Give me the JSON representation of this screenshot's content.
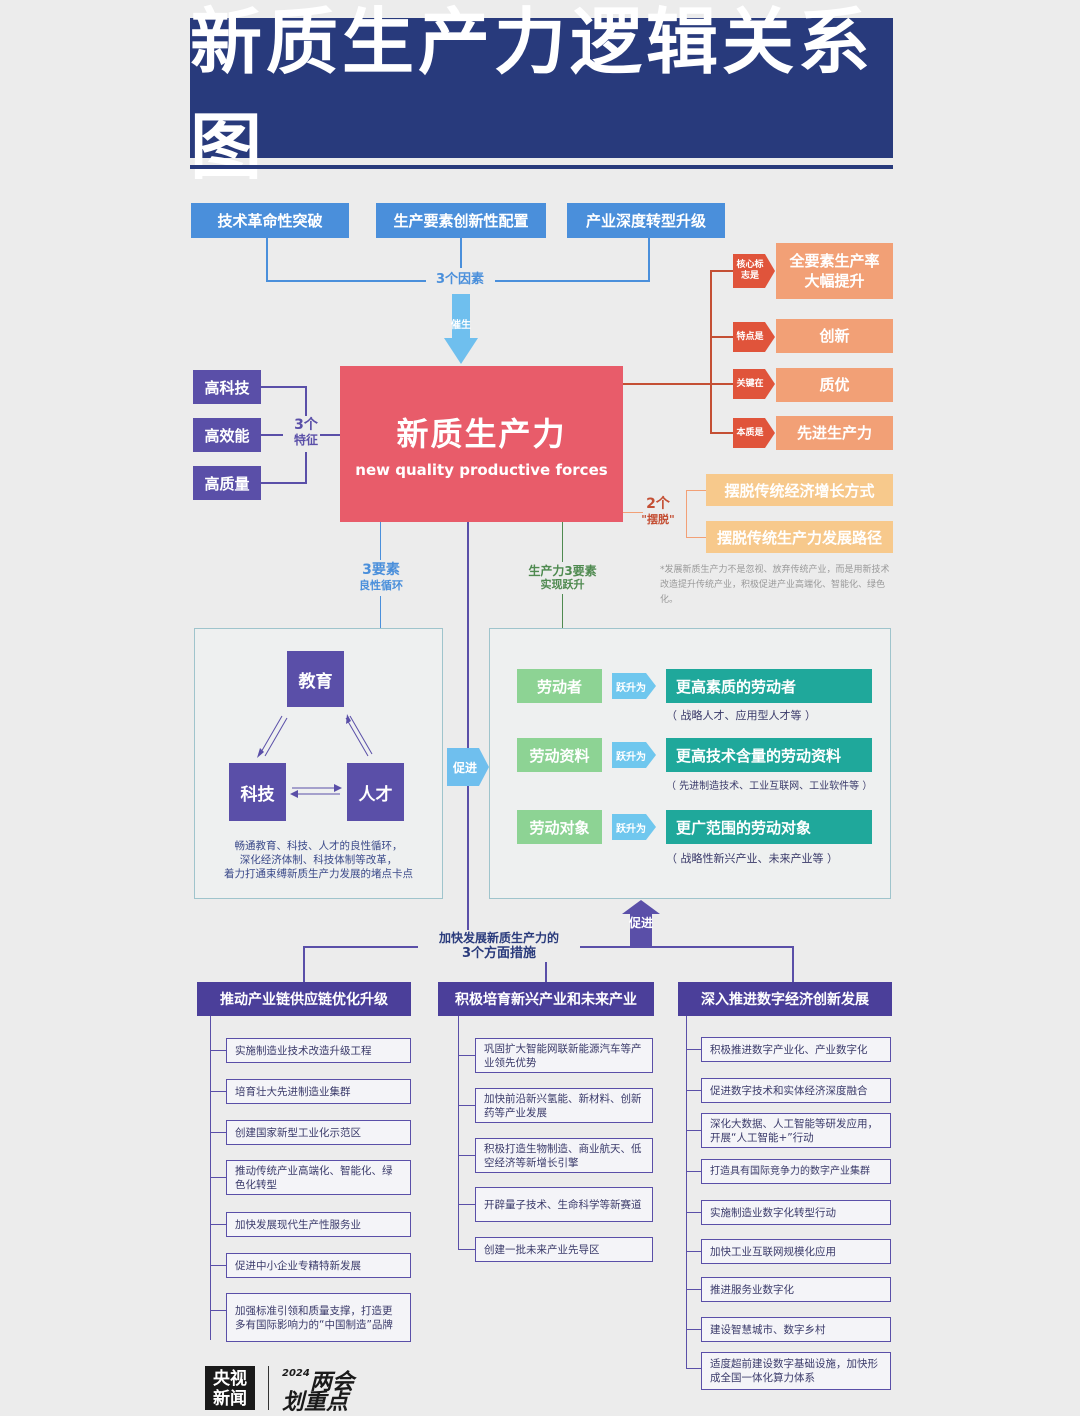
{
  "title": "新质生产力逻辑关系图",
  "factors": {
    "items": [
      "技术革命性突破",
      "生产要素创新性配置",
      "产业深度转型升级"
    ],
    "label": "3个因素",
    "arrow_label": "催生"
  },
  "center": {
    "cn": "新质生产力",
    "en": "new quality productive forces"
  },
  "features": {
    "items": [
      "高科技",
      "高效能",
      "高质量"
    ],
    "label_num": "3个",
    "label_text": "特征"
  },
  "right_chain": [
    {
      "tag": "核心标志是",
      "text": "全要素生产率大幅提升"
    },
    {
      "tag": "特点是",
      "text": "创新"
    },
    {
      "tag": "关键在",
      "text": "质优"
    },
    {
      "tag": "本质是",
      "text": "先进生产力"
    }
  ],
  "break_free": {
    "label_num": "2个",
    "label_text": "\"摆脱\"",
    "items": [
      "摆脱传统经济增长方式",
      "摆脱传统生产力发展路径"
    ],
    "note": "*发展新质生产力不是忽视、放弃传统产业，而是用新技术改造提升传统产业，积极促进产业高端化、智能化、绿色化。"
  },
  "left_panel": {
    "label_num": "3要素",
    "label_text": "良性循环",
    "nodes": [
      "教育",
      "科技",
      "人才"
    ],
    "note": [
      "畅通教育、科技、人才的良性循环，",
      "深化经济体制、科技体制等改革，",
      "着力打通束缚新质生产力发展的堵点卡点"
    ],
    "promote": "促进"
  },
  "right_panel": {
    "label_main": "生产力3要素",
    "label_sub": "实现跃升",
    "arrow_text": "跃升为",
    "rows": [
      {
        "from": "劳动者",
        "to": "更高素质的劳动者",
        "note": "（ 战略人才、应用型人才等 ）"
      },
      {
        "from": "劳动资料",
        "to": "更高技术含量的劳动资料",
        "note": "（ 先进制造技术、工业互联网、工业软件等 ）"
      },
      {
        "from": "劳动对象",
        "to": "更广范围的劳动对象",
        "note": "（ 战略性新兴产业、未来产业等 ）"
      }
    ],
    "promote": "促进"
  },
  "measures": {
    "label_top": "加快发展新质生产力的",
    "label_bottom": "3个方面措施",
    "columns": [
      {
        "head": "推动产业链供应链优化升级",
        "items": [
          "实施制造业技术改造升级工程",
          "培育壮大先进制造业集群",
          "创建国家新型工业化示范区",
          "推动传统产业高端化、智能化、绿色化转型",
          "加快发展现代生产性服务业",
          "促进中小企业专精特新发展",
          "加强标准引领和质量支撑，打造更多有国际影响力的“中国制造”品牌"
        ]
      },
      {
        "head": "积极培育新兴产业和未来产业",
        "items": [
          "巩固扩大智能网联新能源汽车等产业领先优势",
          "加快前沿新兴氢能、新材料、创新药等产业发展",
          "积极打造生物制造、商业航天、低空经济等新增长引擎",
          "开辟量子技术、生命科学等新赛道",
          "创建一批未来产业先导区"
        ]
      },
      {
        "head": "深入推进数字经济创新发展",
        "items": [
          "积极推进数字产业化、产业数字化",
          "促进数字技术和实体经济深度融合",
          "深化大数据、人工智能等研发应用，开展“人工智能+”行动",
          "打造具有国际竞争力的数字产业集群",
          "实施制造业数字化转型行动",
          "加快工业互联网规模化应用",
          "推进服务业数字化",
          "建设智慧城市、数字乡村",
          "适度超前建设数字基础设施，加快形成全国一体化算力体系"
        ]
      }
    ]
  },
  "logos": {
    "cctv": [
      "央视",
      "新闻"
    ],
    "event_year": "2024",
    "event_name": "两会",
    "event_sub": "划重点"
  },
  "colors": {
    "navy": "#283a7c",
    "red": "#e85c6a",
    "orange": "#f2a076",
    "blue": "#4a8fdb",
    "purple": "#5a4fa8",
    "green": "#8dd394",
    "teal": "#1fa89b"
  }
}
